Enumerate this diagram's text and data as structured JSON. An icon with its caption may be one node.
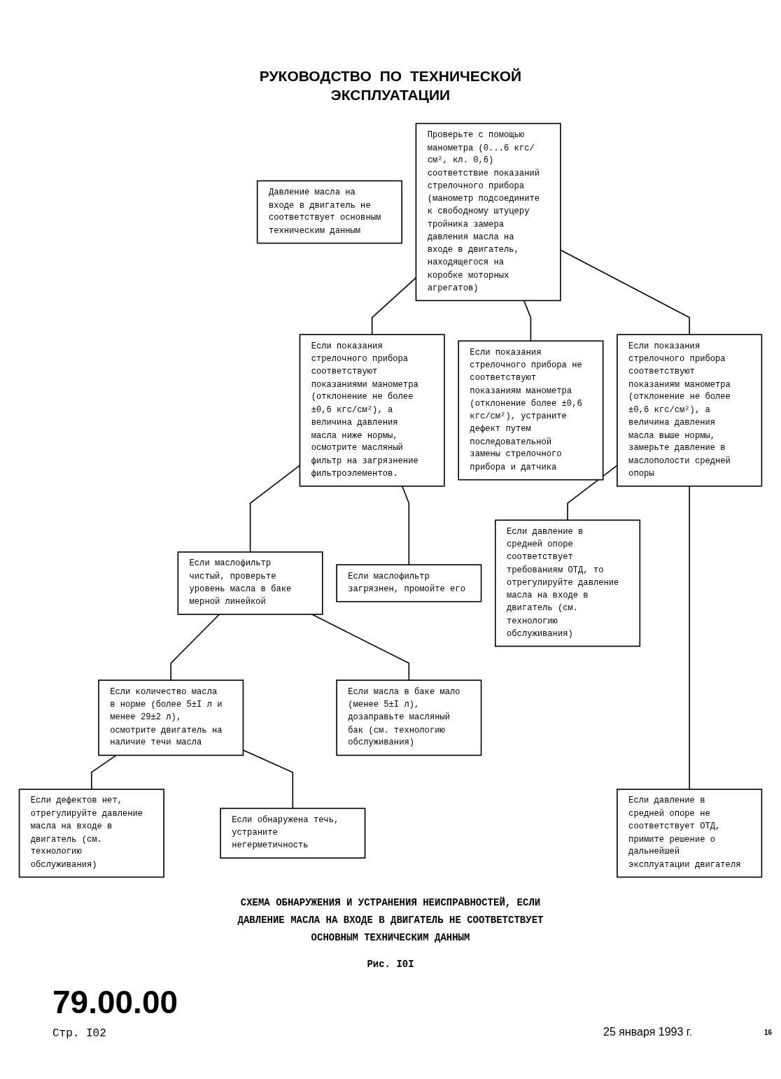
{
  "diagram": {
    "title": "РУКОВОДСТВО ПО ТЕХНИЧЕСКОЙ ЭКСПЛУАТАЦИИ",
    "caption": "СХЕМА ОБНАРУЖЕНИЯ И УСТРАНЕНИЯ НЕИСПРАВНОСТЕЙ, ЕСЛИ ДАВЛЕНИЕ МАСЛА НА ВХОДЕ В ДВИГАТЕЛЬ НЕ СООТВЕТСТВУЕТ ОСНОВНЫМ ТЕХНИЧЕСКИМ ДАННЫМ",
    "nodes": [
      {
        "text": [
          "Давление масла на входе в двигатель не соответствует основным техническим данным"
        ]
      },
      {
        "text": [
          "Проверьте с помощью манометра (0...6 кгс/см², кл. 0,6) соответствие показаний стрелочного прибора (манометр подсоедините к свободному штуцеру тройника замера давления масла на входе в двигатель, находящегося на коробке моторных агрегатов)"
        ]
      },
      {
        "text": [
          "Если показания стрелочного прибора соответствуют показаниями манометра (отклонение не более ±0,6 кгс/см²), а величина давления масла ниже нормы, осмотрите масляный фильтр на загрязнение фильтроэлементов."
        ]
      },
      {
        "text": [
          "Если показания стрелочного прибора не соответствуют показаниям манометра (отклонение более ±0,6 кгс/см²), устраните дефект путем последовательной замены стрелочного прибора и датчика"
        ]
      },
      {
        "text": [
          "Если показания стрелочного прибора соответствуют показаниям манометра (отклонение не более ±0,6 кгс/см²), а величина давления масла выше нормы, замерьте давление в маслополости средней опоры"
        ]
      },
      {
        "text": [
          "Если маслофильтр чистый, проверьте уровень масла в баке мерной линейкой"
        ]
      },
      {
        "text": [
          "Если маслофильтр загрязнен, промойте его"
        ]
      },
      {
        "text": [
          "Если давление в средней опоре соответствует требованиям ОТД, то отрегулируйте давление масла на входе в двигатель (см. технологию обслуживания)"
        ]
      },
      {
        "text": [
          "Если количество масла в норме (более 5±I л и менее 29±2 л), осмотрите двигатель на наличие течи масла"
        ]
      },
      {
        "text": [
          "Если масла в баке мало (менее 5±I л), дозаправьте масляный бак (см. технологию обслуживания)"
        ]
      },
      {
        "text": [
          "Если дефектов нет, отрегулируйте давление масла на входе в двигатель (см. технологию обслуживания)"
        ]
      },
      {
        "text": [
          "Если обнаружена течь, устраните негерметичность"
        ]
      },
      {
        "text": [
          "Если давление в средней опоре не соответствует ОТД, примите решение о дальнейшей эксплуатации двигателя"
        ]
      }
    ],
    "edges": [
      {
        "from": 1,
        "to": 2,
        "arrow": "none"
      },
      {
        "from": 1,
        "to": 3,
        "arrow": "none"
      },
      {
        "from": 1,
        "to": 4,
        "arrow": "none"
      },
      {
        "from": 2,
        "to": 5,
        "arrow": "none"
      },
      {
        "from": 2,
        "to": 6,
        "arrow": "none"
      },
      {
        "from": 4,
        "to": 7,
        "arrow": "none"
      },
      {
        "from": 4,
        "to": 12,
        "arrow": "none"
      },
      {
        "from": 5,
        "to": 8,
        "arrow": "none"
      },
      {
        "from": 5,
        "to": 9,
        "arrow": "none"
      },
      {
        "from": 8,
        "to": 10,
        "arrow": "none"
      },
      {
        "from": 8,
        "to": 11,
        "arrow": "none"
      }
    ],
    "labels": [
      "Рис. I0I",
      "79.00.00",
      "Стр. I02",
      "25 января 1993 г.",
      "16"
    ]
  }
}
